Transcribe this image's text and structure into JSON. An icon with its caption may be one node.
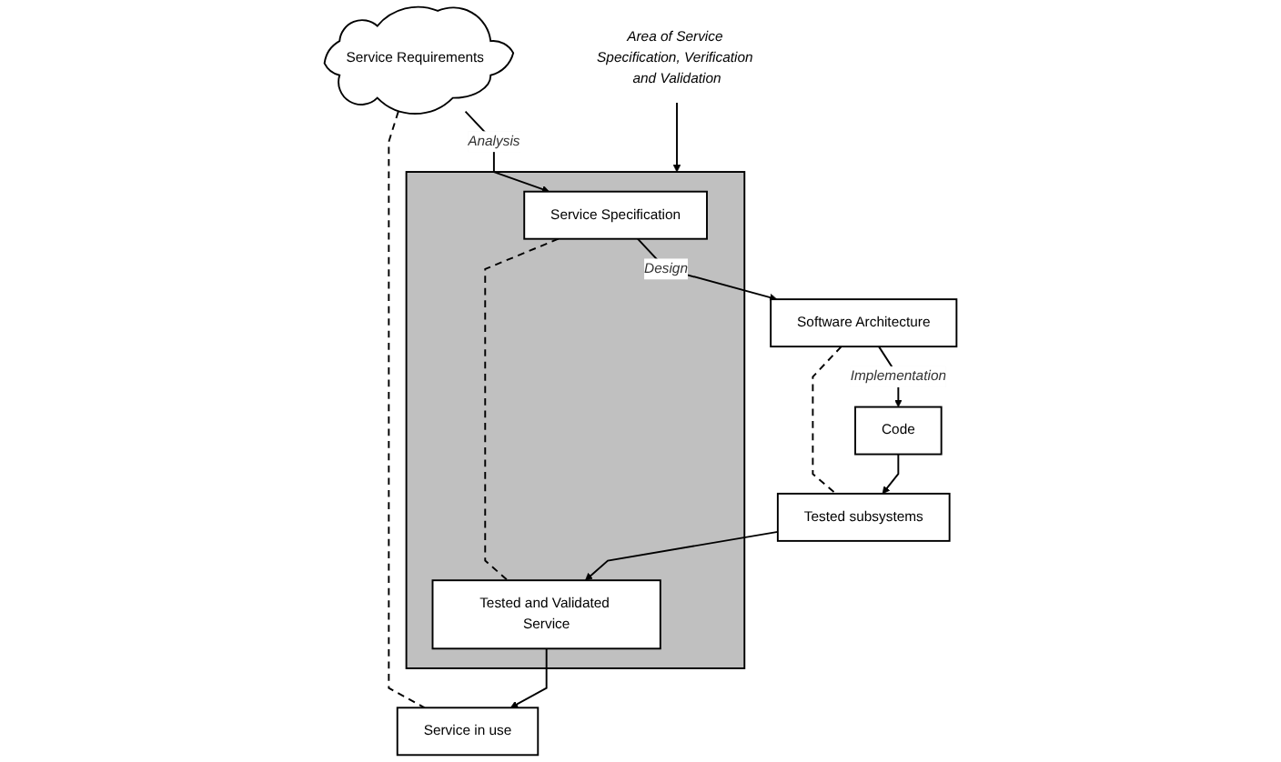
{
  "diagram": {
    "nodes": [
      {
        "text": [
          "Service Requirements"
        ]
      },
      {
        "text": [
          "Service in use"
        ]
      },
      {
        "text": [],
        "shape": "box"
      },
      {
        "text": [
          "Service Specification"
        ],
        "in": 2
      },
      {
        "text": [
          "Tested and Validated Service"
        ],
        "in": 2
      },
      {
        "text": [
          "Software Architecture"
        ]
      },
      {
        "text": [
          "Tested subsystems"
        ]
      },
      {
        "text": [
          "Code"
        ]
      },
      {
        "text": [
          "Area of Service Specification, Verification and Validation"
        ]
      }
    ],
    "edges": [
      {
        "from": 0,
        "to": 1,
        "arrow": "none",
        "style": "dashed"
      },
      {
        "from": 0,
        "to": 3,
        "arrow": "to",
        "label": "Analysis"
      },
      {
        "from": 4,
        "to": 1,
        "arrow": "to"
      },
      {
        "from": 3,
        "to": 4,
        "arrow": "none",
        "style": "dashed"
      },
      {
        "from": 3,
        "to": 5,
        "arrow": "to",
        "label": "Design"
      },
      {
        "from": 5,
        "to": 6,
        "arrow": "none",
        "style": "dashed"
      },
      {
        "from": 5,
        "to": 7,
        "arrow": "to",
        "label": "Implementation"
      },
      {
        "from": 7,
        "to": 6,
        "arrow": "to"
      },
      {
        "from": 6,
        "to": 4,
        "arrow": "to"
      },
      {
        "from": 8,
        "to": 2,
        "arrow": "to"
      }
    ]
  }
}
